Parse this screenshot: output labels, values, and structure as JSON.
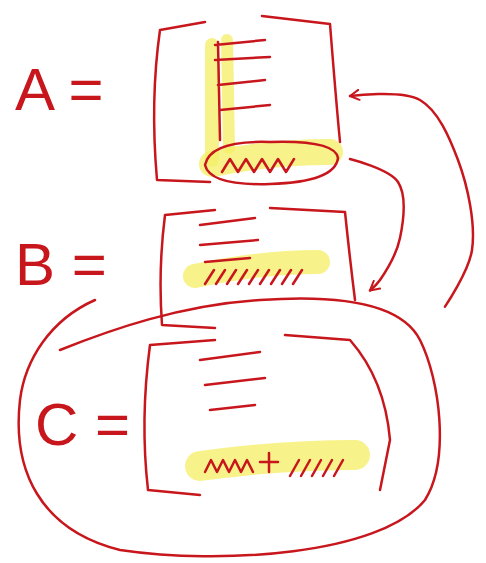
{
  "diagram": {
    "nodes": [
      {
        "text": [
          "A ="
        ]
      },
      {
        "text": [
          "B ="
        ]
      },
      {
        "text": [
          "C ="
        ]
      }
    ],
    "edges": [
      {
        "from": 0,
        "to": 1,
        "arrow": "to"
      },
      {
        "from": 2,
        "to": 0,
        "arrow": "to"
      }
    ]
  }
}
